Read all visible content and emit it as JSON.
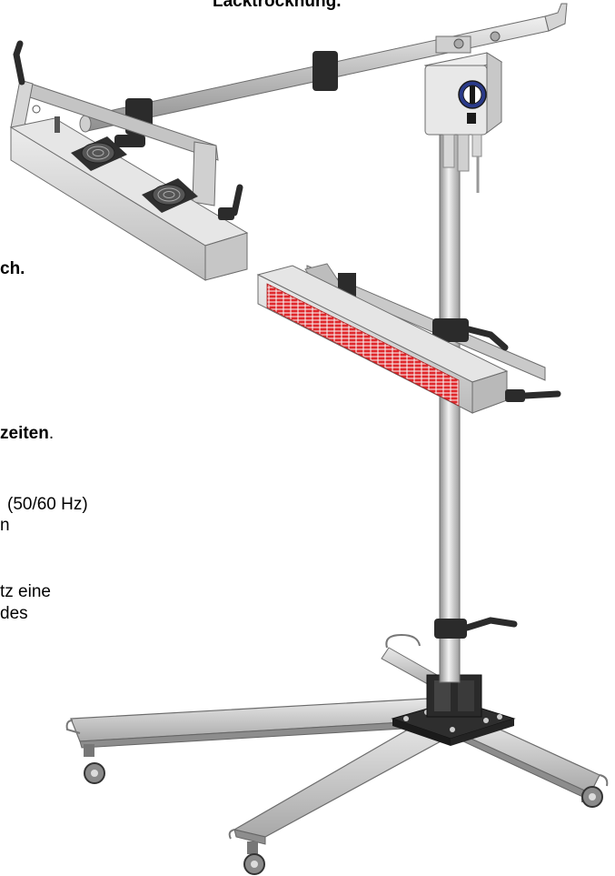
{
  "fragments": {
    "heading": "Lacktrocknung.",
    "line_ch": "ch.",
    "line_zeiten_bold": "zeiten",
    "line_zeiten_period": ".",
    "line_hz": "(50/60  Hz)",
    "line_n": "n",
    "line_tz_eine": "tz eine",
    "line_des": "des"
  },
  "colors": {
    "lamp_red": "#e0282c",
    "metal_light": "#d6d6d6",
    "metal_mid": "#a9a9a9",
    "handle_dark": "#2b2b2b"
  },
  "icons": [
    "fan-grille-icon",
    "control-dial-icon",
    "caster-wheel-icon"
  ]
}
